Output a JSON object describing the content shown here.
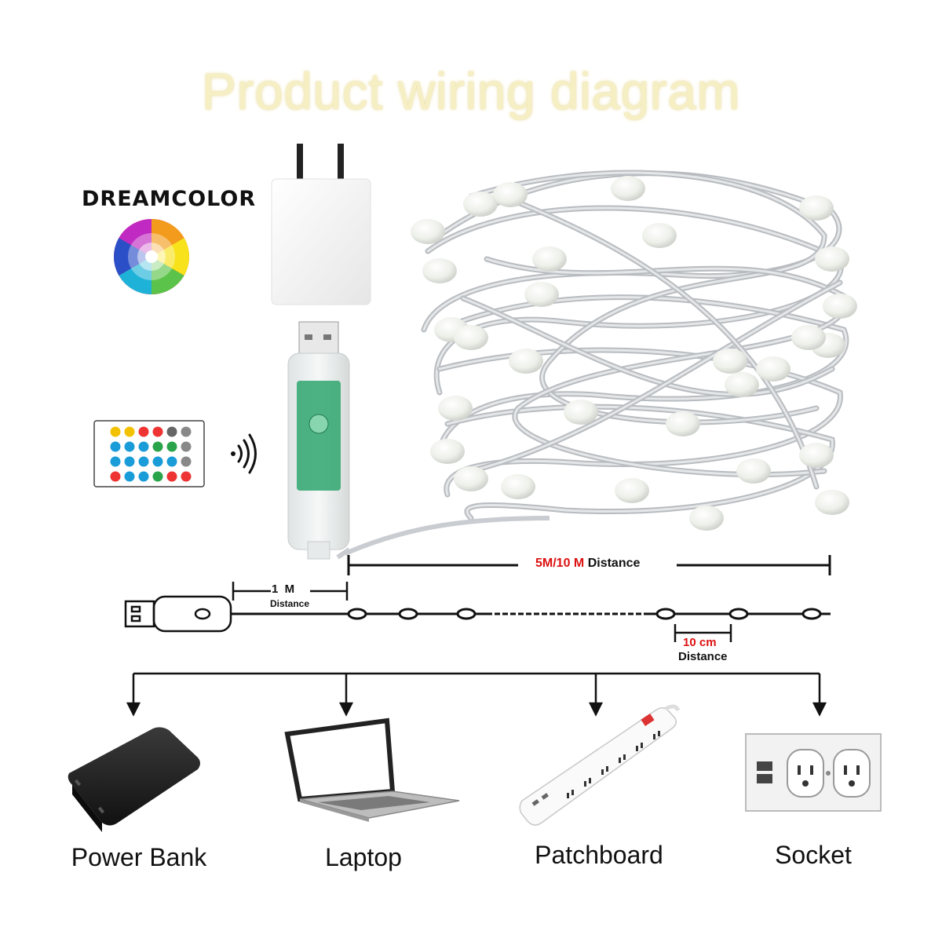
{
  "title": "Product wiring diagram",
  "brand_label": "DREAMCOLOR",
  "distances": {
    "strip_length_value": "5M/10 M",
    "strip_length_word": "Distance",
    "lead_value": "1  M",
    "lead_word": "Distance",
    "spacing_value": "10 cm",
    "spacing_word": "Distance"
  },
  "power_sources": [
    {
      "label": "Power Bank",
      "icon": "power-bank-icon"
    },
    {
      "label": "Laptop",
      "icon": "laptop-icon"
    },
    {
      "label": "Patchboard",
      "icon": "power-strip-icon"
    },
    {
      "label": "Socket",
      "icon": "wall-socket-icon"
    }
  ],
  "colors": {
    "title": "#f6efc4",
    "accent_red": "#dd1111",
    "controller_board": "#2fa66f",
    "wire": "#c9ccd0"
  }
}
